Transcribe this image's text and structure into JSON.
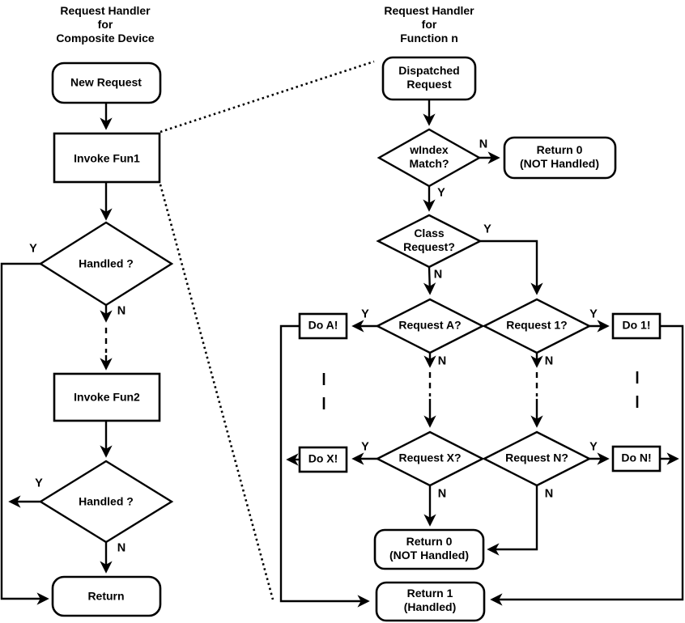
{
  "diagram": {
    "left": {
      "title": "Request Handler\nfor\nComposite Device",
      "nodes": {
        "new_request": "New Request",
        "invoke_fun1": "Invoke Fun1",
        "handled_1": "Handled ?",
        "invoke_fun2": "Invoke Fun2",
        "handled_2": "Handled ?",
        "return": "Return"
      }
    },
    "right": {
      "title": "Request Handler\nfor\nFunction n",
      "nodes": {
        "dispatched_request": "Dispatched\nRequest",
        "windex_match": "wIndex\nMatch?",
        "return0_top": "Return 0\n(NOT Handled)",
        "class_request": "Class\nRequest?",
        "request_a": "Request A?",
        "request_1": "Request 1?",
        "do_a": "Do A!",
        "do_1": "Do 1!",
        "request_x": "Request X?",
        "request_n": "Request N?",
        "do_x": "Do X!",
        "do_n": "Do N!",
        "return0_bottom": "Return 0\n(NOT Handled)",
        "return1": "Return 1\n(Handled)"
      }
    },
    "branch_labels": {
      "yes": "Y",
      "no": "N"
    },
    "colors": {
      "ink": "#000000",
      "background": "#ffffff"
    }
  }
}
